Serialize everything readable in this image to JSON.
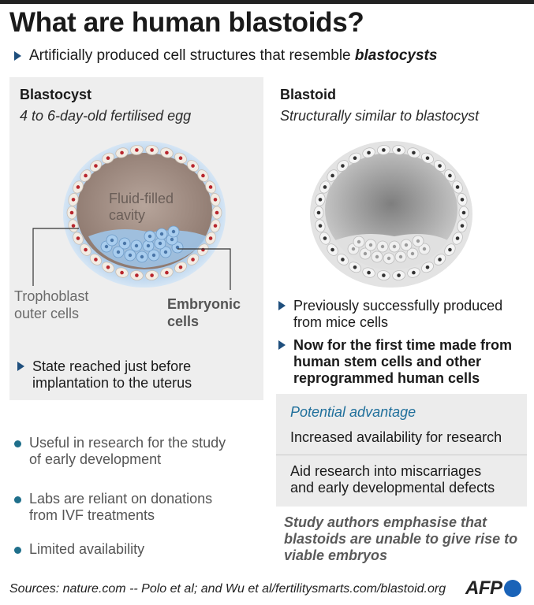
{
  "title": "What are human blastoids?",
  "subtitle": {
    "prefix": "Artificially produced cell structures that resemble",
    "emphasis": "blastocysts"
  },
  "blastocyst": {
    "heading": "Blastocyst",
    "subheading": "4 to 6-day-old fertilised egg",
    "cavity_label_line1": "Fluid-filled",
    "cavity_label_line2": "cavity",
    "trophoblast_line1": "Trophoblast",
    "trophoblast_line2": "outer cells",
    "embryonic_line1": "Embryonic",
    "embryonic_line2": "cells",
    "state_line1": "State reached just before",
    "state_line2": "implantation to the uterus"
  },
  "blastoid": {
    "heading": "Blastoid",
    "subheading": "Structurally similar to blastocyst",
    "bullet1_line1": "Previously successfully produced",
    "bullet1_line2": "from mice cells",
    "bullet2_line1": "Now for the first time made from",
    "bullet2_line2": "human stem cells and other",
    "bullet2_line3": "reprogrammed human cells"
  },
  "advantage": {
    "title": "Potential advantage",
    "item1": "Increased availability for research",
    "item2_line1": "Aid research into miscarriages",
    "item2_line2": "and early developmental defects"
  },
  "left_list": [
    {
      "line1": "Useful in research for the study",
      "line2": "of early development"
    },
    {
      "line1": "Labs are reliant on donations",
      "line2": "from IVF treatments"
    },
    {
      "line1": "Limited availability",
      "line2": ""
    }
  ],
  "note": {
    "line1": "Study authors emphasise that",
    "line2": "blastoids are unable to give rise to",
    "line3": "viable embryos"
  },
  "sources": "Sources: nature.com -- Polo et al; and Wu et al/fertilitysmarts.com/blastoid.org",
  "logo": "AFP",
  "colors": {
    "accent_blue": "#1f4f7d",
    "teal_dot": "#1f6f8b",
    "advantage_blue": "#1f6f9b",
    "afp_blue": "#1a63b8"
  }
}
